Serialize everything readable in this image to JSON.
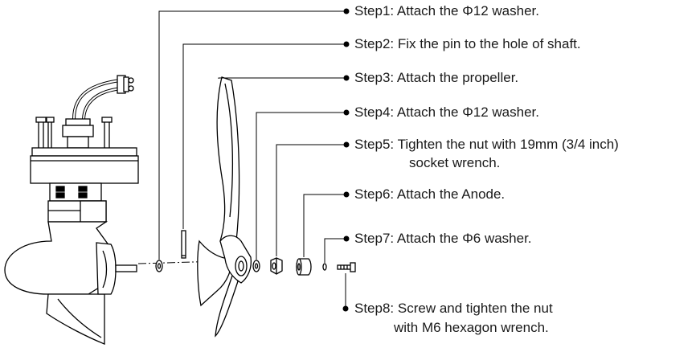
{
  "steps": [
    {
      "label": "Step1: Attach the Φ12 washer.",
      "line2": ""
    },
    {
      "label": "Step2: Fix the pin to the hole of shaft.",
      "line2": ""
    },
    {
      "label": "Step3: Attach the propeller.",
      "line2": ""
    },
    {
      "label": "Step4: Attach the Φ12 washer.",
      "line2": ""
    },
    {
      "label": "Step5: Tighten the nut with 19mm (3/4 inch)",
      "line2": "socket wrench."
    },
    {
      "label": "Step6: Attach the Anode.",
      "line2": ""
    },
    {
      "label": "Step7: Attach the Φ6 washer.",
      "line2": ""
    },
    {
      "label": "Step8: Screw and tighten the nut",
      "line2": "with M6 hexagon wrench."
    }
  ]
}
